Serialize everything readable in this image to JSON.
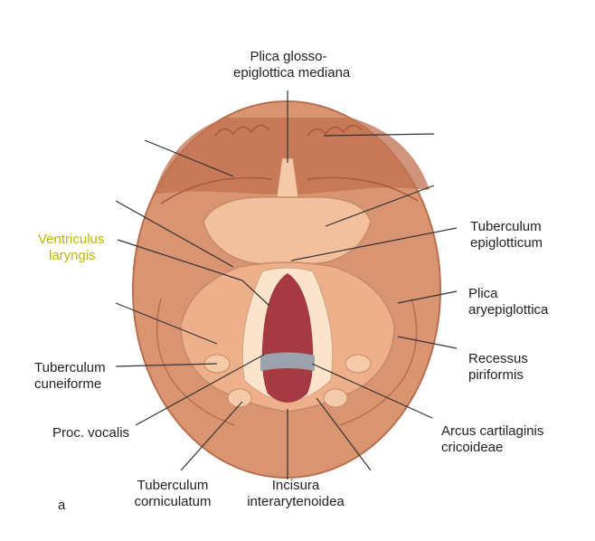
{
  "colors": {
    "outer": "#d99472",
    "outer_edge": "#b86f4c",
    "tongue_band": "#c07050",
    "epiglottis": "#f2c09c",
    "fold": "#eeb08a",
    "cord": "#fbe3cc",
    "glottis": "#a53a42",
    "cartilage_band": "#9aa3ad",
    "line": "#333333",
    "highlight_label": "#b8b800"
  },
  "labels": {
    "plica_glosso": [
      "Plica glosso-",
      "epiglottica mediana"
    ],
    "ventriculus": [
      "Ventriculus",
      "laryngis"
    ],
    "tuberculum_epiglotticum": [
      "Tuberculum",
      "epiglotticum"
    ],
    "plica_aryepiglottica": [
      "Plica",
      "aryepiglottica"
    ],
    "recessus_piriformis": [
      "Recessus",
      "piriformis"
    ],
    "tuberculum_cuneiforme": [
      "Tuberculum",
      "cuneiforme"
    ],
    "proc_vocalis": [
      "Proc. vocalis"
    ],
    "arcus_cartilaginis": [
      "Arcus cartilaginis",
      "cricoideae"
    ],
    "tuberculum_corniculatum": [
      "Tuberculum",
      "corniculatum"
    ],
    "incisura_interarytenoidea": [
      "Incisura",
      "interarytenoidea"
    ],
    "panel_letter": "a"
  }
}
